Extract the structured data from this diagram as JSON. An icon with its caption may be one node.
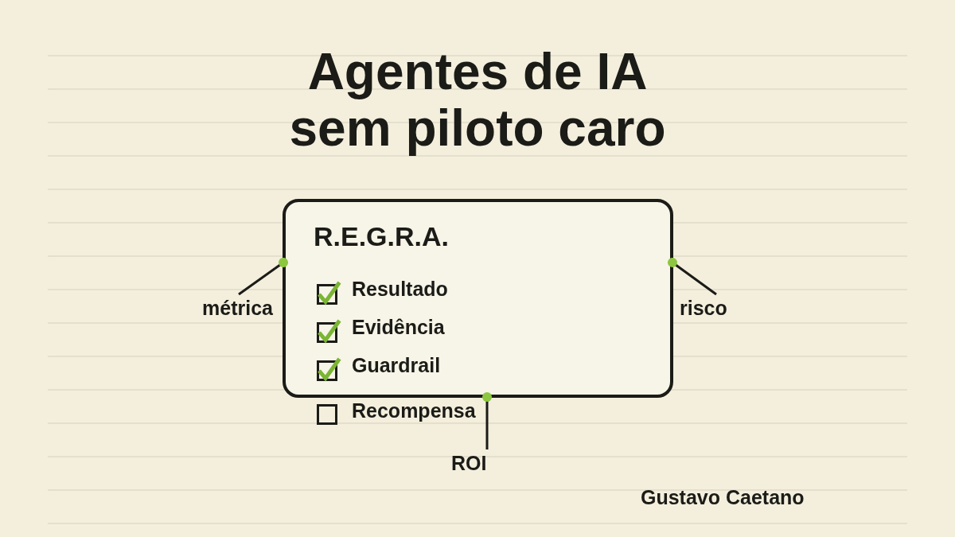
{
  "diagram": {
    "title": "Agentes de IA sem piloto caro",
    "nodes": [
      {
        "text": [
          "R.E.G.R.A.",
          "Resultado",
          "Evidência",
          "Guardrail",
          "Recompensa"
        ]
      },
      {
        "text": [
          "métrica"
        ]
      },
      {
        "text": [
          "risco"
        ]
      },
      {
        "text": [
          "ROI"
        ]
      }
    ],
    "edges": [
      {
        "from": 1,
        "to": 0,
        "arrow": "other"
      },
      {
        "from": 2,
        "to": 0,
        "arrow": "other"
      },
      {
        "from": 3,
        "to": 0,
        "arrow": "other"
      }
    ],
    "labels": [
      "Gustavo Caetano"
    ]
  }
}
